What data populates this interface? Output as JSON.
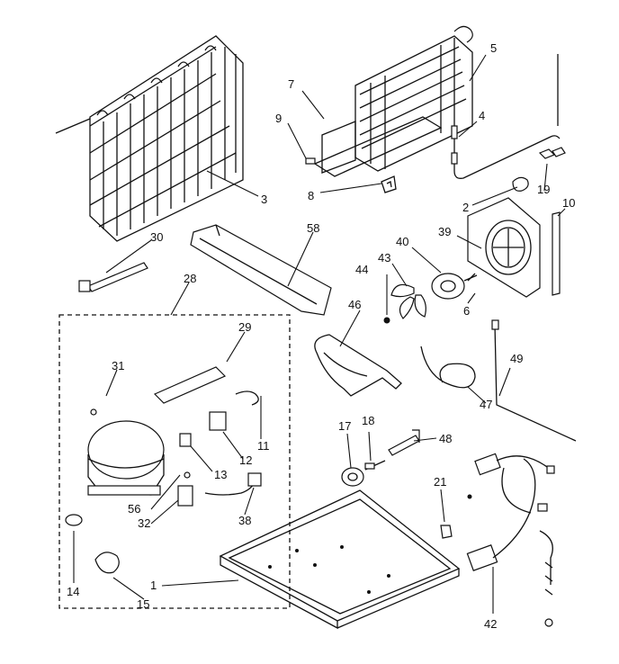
{
  "diagram": {
    "labels": {
      "p1": "1",
      "p2": "2",
      "p3": "3",
      "p4": "4",
      "p5": "5",
      "p6": "6",
      "p7": "7",
      "p8": "8",
      "p9": "9",
      "p10": "10",
      "p11": "11",
      "p12": "12",
      "p13": "13",
      "p14": "14",
      "p15": "15",
      "p17": "17",
      "p18": "18",
      "p19": "19",
      "p21": "21",
      "p28": "28",
      "p29": "29",
      "p30": "30",
      "p31": "31",
      "p32": "32",
      "p38": "38",
      "p39": "39",
      "p40": "40",
      "p42": "42",
      "p43": "43",
      "p44": "44",
      "p46": "46",
      "p47": "47",
      "p48": "48",
      "p49": "49",
      "p56": "56",
      "p58": "58"
    }
  }
}
